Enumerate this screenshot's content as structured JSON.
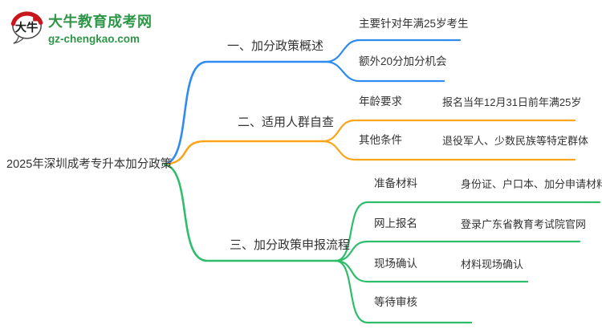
{
  "logo": {
    "icon_text": "大牛",
    "site_name": "大牛教育成考网",
    "site_url": "gz-chengkao.com",
    "green": "#2e9648",
    "red": "#c8161d"
  },
  "root": {
    "label": "2025年深圳成考专升本加分政策"
  },
  "branches": [
    {
      "label": "一、加分政策概述",
      "color": "#2e8bf2",
      "children": [
        {
          "label": "主要针对年满25岁考生"
        },
        {
          "label": "额外20分加分机会"
        }
      ]
    },
    {
      "label": "二、适用人群自查",
      "color": "#faa41b",
      "children": [
        {
          "label": "年龄要求",
          "detail": "报名当年12月31日前年满25岁"
        },
        {
          "label": "其他条件",
          "detail": "退役军人、少数民族等特定群体"
        }
      ]
    },
    {
      "label": "三、加分政策申报流程",
      "color": "#2ebd6b",
      "children": [
        {
          "label": "准备材料",
          "detail": "身份证、户口本、加分申请材料"
        },
        {
          "label": "网上报名",
          "detail": "登录广东省教育考试院官网"
        },
        {
          "label": "现场确认",
          "detail": "材料现场确认"
        },
        {
          "label": "等待审核"
        }
      ]
    }
  ],
  "colors": {
    "text": "#333333"
  }
}
